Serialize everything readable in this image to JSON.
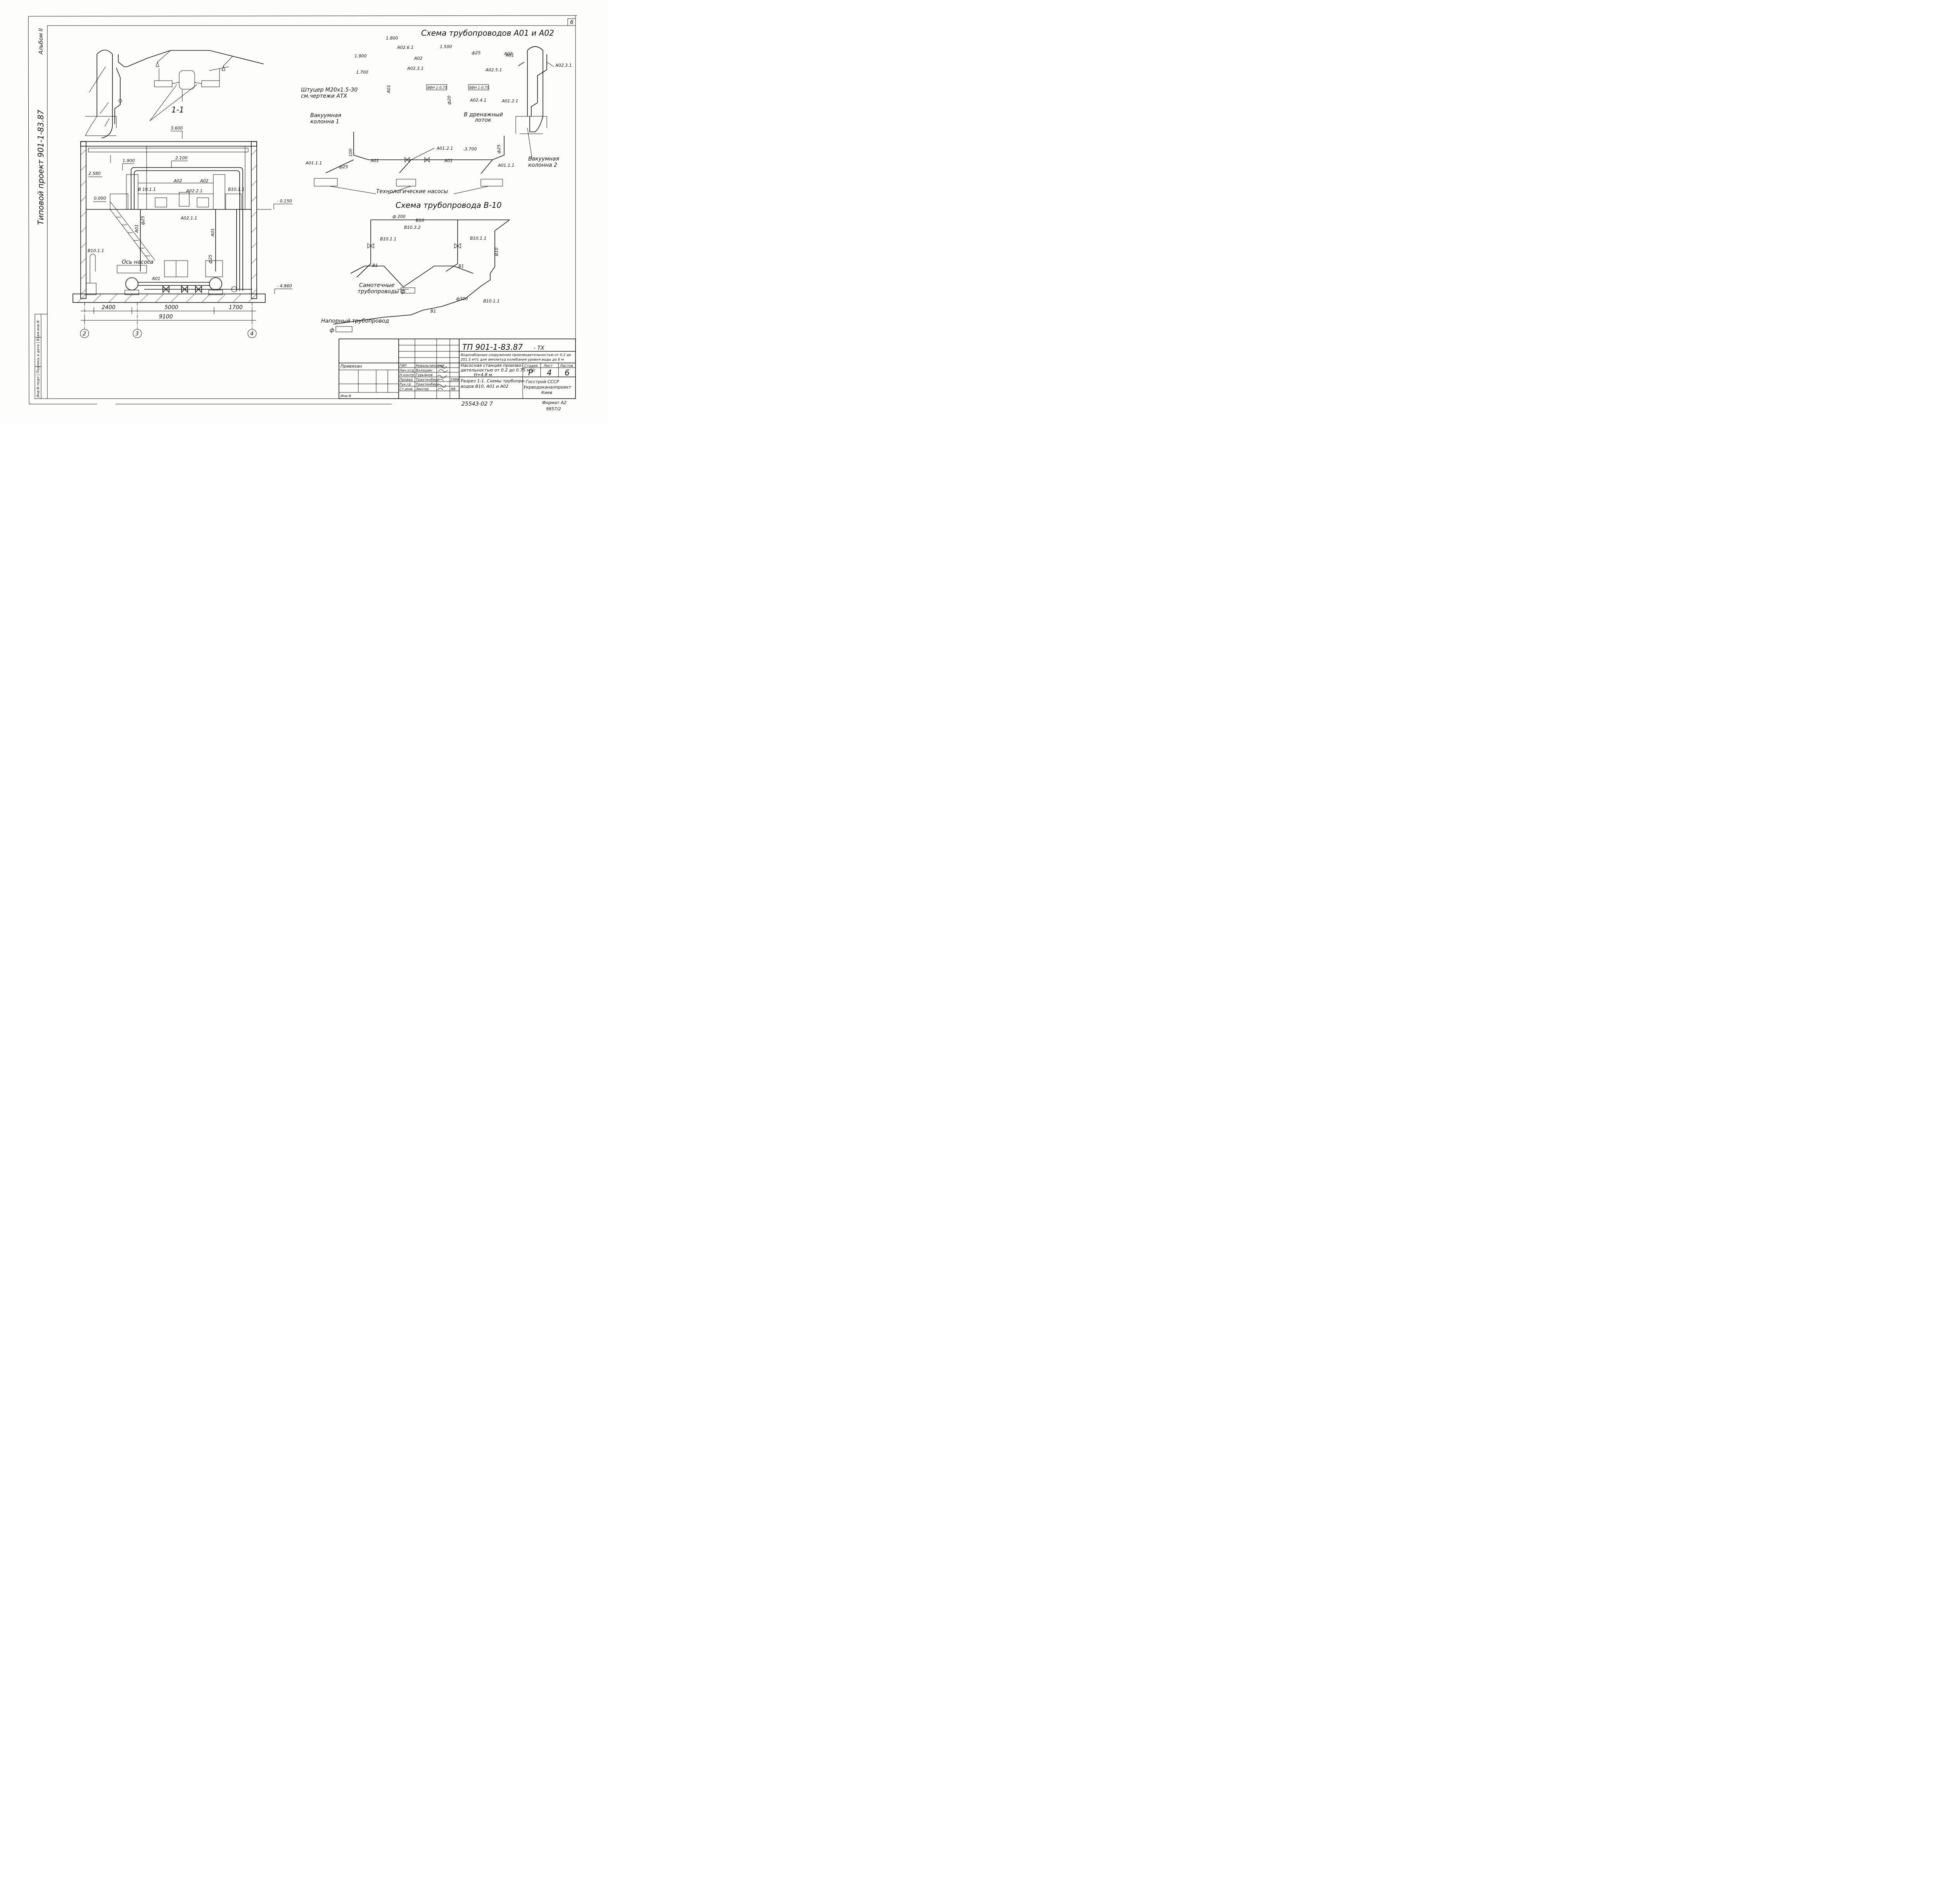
{
  "sheet_number": "6",
  "album": "Альбом II",
  "project": "Типовой проект 901-1-83.87",
  "schemes": {
    "a01_a02_title": "Схема трубопроводов А01 и А02",
    "b10_title": "Схема трубопровода В-10"
  },
  "section": {
    "title": "1-1",
    "dims": {
      "w3600": "3.600",
      "e2580": "2.580",
      "e1900": "1.900",
      "e2100": "2.100",
      "e0000": "0.000",
      "e0150": "- 0.150",
      "e4860": "- 4.860",
      "d2400": "2400",
      "d5000": "5000",
      "d1700": "1700",
      "d9100": "9100"
    },
    "labels": {
      "a02": "А02",
      "a02_2": "А02",
      "b10_11": "В 10.1.1",
      "b10_11b": "В10.1.1",
      "a02_21": "А02.2.1",
      "a02_11": "А02.1.1",
      "a01": "А01",
      "a01_v": "А01",
      "phi25": "ф25",
      "phi25b": "ф25",
      "pump_axis": "Ось насоса",
      "b10_14": "В10.1.1",
      "a01_low": "А01"
    },
    "axes": [
      "2",
      "3",
      "4"
    ]
  },
  "a_scheme": {
    "e1800": "1.800",
    "e1900": "1.900",
    "e1700": "1.700",
    "e1500": "1.500",
    "phi25": "ф25",
    "e3700": "-3.700",
    "a02_61": "А02.6.1",
    "a02_31": "А02.3.1",
    "a02_31b": "А02.3.1",
    "a02_51": "А02.5.1",
    "a02_41": "А02.4.1",
    "vvn1": "ВВН 1-0.75",
    "vvn2": "ВВН 1-0.75",
    "shtutser": "Штуцер М20х1.5-30",
    "shtutser2": "см.чертежи АТХ",
    "vac1": "Вакуумная",
    "vac1b": "колонна 1",
    "vac2": "Вакуумная",
    "vac2b": "колонна 2",
    "drain": "В дренажный",
    "drain2": "лоток",
    "a01_11": "А01.1.1",
    "a01_21": "А01.2.1",
    "a01_21b": "А01.2.1",
    "a01_11b": "А01.1.1",
    "a01": "А01",
    "a01b": "А01",
    "a01c": "А01",
    "a01d": "А01",
    "a02": "А02",
    "a02b": "А02",
    "phi25a": "ф25",
    "phi25b": "ф25",
    "d20": "ф20",
    "d100": "100",
    "pumps": "Технологические  насосы"
  },
  "b_scheme": {
    "phi200": "ф 200",
    "b10": "В10",
    "b10_32": "В10.3.2",
    "b10_11": "В10.1.1",
    "b10_11b": "В10.1.1",
    "b10_11c": "В10.1.1",
    "b10_v": "В10",
    "b1": "В1",
    "b1b": "В1",
    "b1c": "В1",
    "phi300": "ф300",
    "gravity": "Самотечные",
    "gravity2": "трубопроводы  ф",
    "pressure": "Напорный трубопровод",
    "pressure_phi": "ф"
  },
  "titleblock": {
    "code": "ТП 901-1-83.87",
    "code_suffix": "- ТХ",
    "desc1": "Водозаборные сооружения производительностью от 0.2 до",
    "desc2": "201.5 м³/с для амплитуд колебания уровня воды до 6 м",
    "station1": "Насосная станция произво-",
    "station2": "дительностью от 0.2 до 0.75 м³/с",
    "station3": "Н=4.8 м",
    "sheet_title1": "Разрез 1-1. Схемы трубопро-",
    "sheet_title2": "водов В10, А01 и А02",
    "stage_h": "Стадия",
    "sheet_h": "Лист",
    "sheets_h": "Листов",
    "stage": "Р",
    "sheet": "4",
    "sheets": "6",
    "org1": "Госстрой СССР",
    "org2": "Укрводоканалпроект",
    "org3": "Киев",
    "privyazan": "Привязан",
    "inv": "Инв.N",
    "roles": [
      "ГИП",
      "Нач.отд",
      "Н.контр",
      "Провер",
      "Рук.гр",
      "Ст.инж"
    ],
    "names": [
      "Новальчинский",
      "Волошин",
      "Гурьянов",
      "Трахтенберг",
      "Трахтенберг",
      "Зингер"
    ],
    "dates": [
      "",
      "",
      "",
      "1986",
      "",
      "88"
    ],
    "doc_number": "25543-02  7",
    "format": "Формат А2",
    "archive": "9857/2"
  },
  "side_stamp": "Инв.N подл | Подпись и дата | Взам.инв.N"
}
